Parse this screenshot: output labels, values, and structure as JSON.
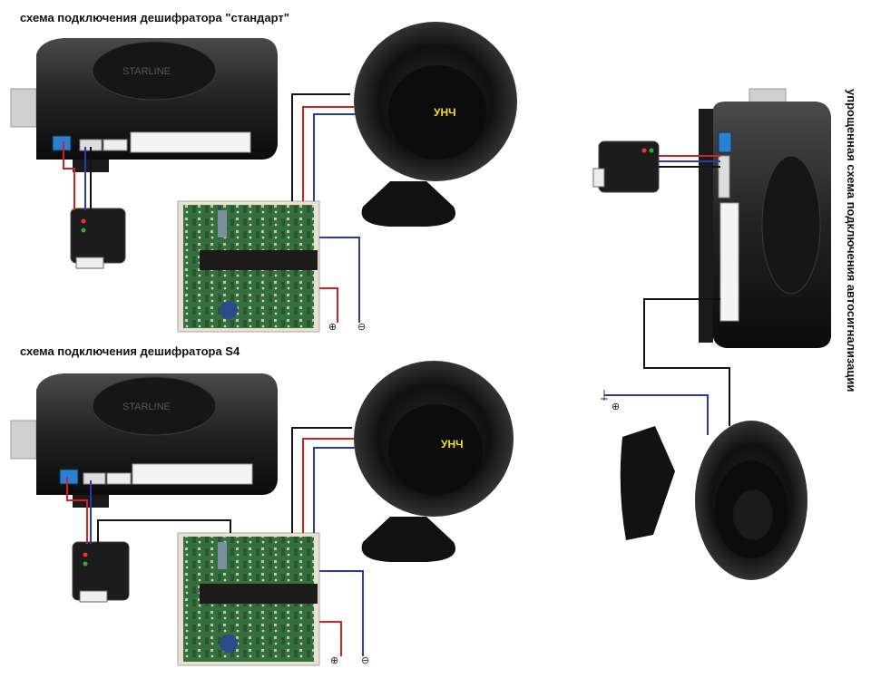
{
  "captions": {
    "standard": "схема подключения дешифратора \"стандарт\"",
    "s4": "схема подключения дешифратора S4",
    "simplified": "упрощенная схема подключения автосигнализации"
  },
  "labels": {
    "amp": "УНЧ",
    "plus": "⊕",
    "minus": "⊖",
    "ground": "⊕"
  },
  "colors": {
    "wire_red": "#d42020",
    "wire_blue": "#2a3aa8",
    "wire_black": "#111111",
    "pcb_green": "#2f6a3a",
    "amp_label": "#f2e01b"
  }
}
